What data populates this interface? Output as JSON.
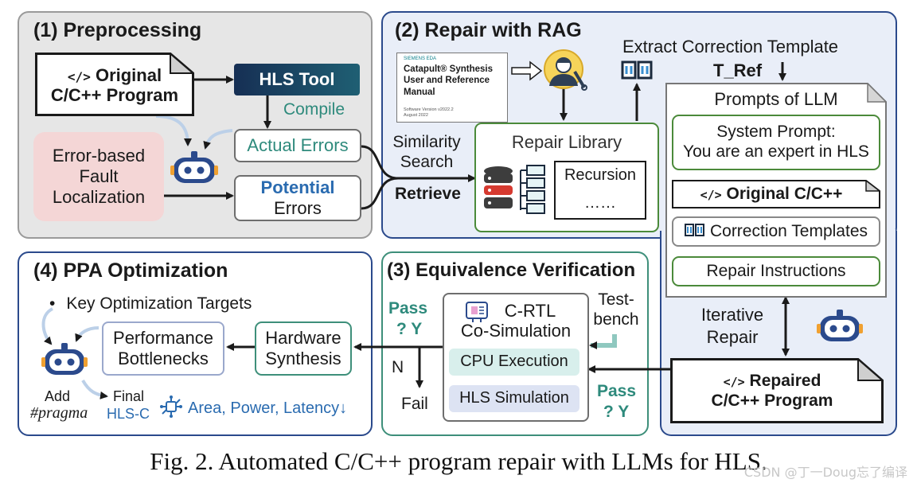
{
  "caption": "Fig. 2.  Automated C/C++ program repair with LLMs for HLS.",
  "watermark": "CSDN @丁一Doug忘了编译",
  "colors": {
    "preprocessing_bg": "#e6e6e6",
    "rag_bg": "#e9eef8",
    "panel_blue": "#2b4a8c",
    "teal": "#2e8a7c",
    "green": "#4b8a3a",
    "hls_tool": "#173a5c"
  },
  "preprocessing": {
    "title": "(1) Preprocessing",
    "code_tag": "</>",
    "original_program": [
      "Original",
      "C/C++ Program"
    ],
    "hls_tool": "HLS Tool",
    "compile": "Compile",
    "error_localization": [
      "Error-based",
      "Fault",
      "Localization"
    ],
    "actual_errors": "Actual Errors",
    "potential_errors": [
      "Potential",
      "Errors"
    ]
  },
  "rag": {
    "title": "(2) Repair with RAG",
    "manual": {
      "brand": "SIEMENS EDA",
      "line1": "Catapult® Synthesis",
      "line2": "User and Reference",
      "line3": "Manual",
      "small1": "Software Version v2022.2",
      "small2": "August 2022"
    },
    "extract": "Extract Correction Template",
    "t_ref": "T_Ref",
    "similarity": [
      "Similarity",
      "Search"
    ],
    "retrieve": "Retrieve",
    "repair_library": "Repair Library",
    "recursion": "Recursion",
    "dots": "……",
    "prompts_title": "Prompts of LLM",
    "system_prompt": [
      "System Prompt:",
      "You are an expert in HLS"
    ],
    "original_cc": "Original C/C++",
    "correction_templates": "Correction Templates",
    "repair_instructions": "Repair Instructions",
    "iterative_repair": [
      "Iterative",
      "Repair"
    ],
    "repaired_program": [
      "Repaired",
      "C/C++ Program"
    ]
  },
  "verification": {
    "title_num": "(3)",
    "title": "Equivalence Verification",
    "pass_left": "Pass",
    "y_left": "? Y",
    "n": "N",
    "fail": "Fail",
    "co_sim": [
      "C-RTL",
      "Co-Simulation"
    ],
    "testbench": [
      "Test-",
      "bench"
    ],
    "cpu": "CPU Execution",
    "hls_sim": "HLS Simulation",
    "pass_right": "Pass",
    "y_right": "? Y"
  },
  "ppa": {
    "title": "(4) PPA Optimization",
    "bullet": "Key Optimization Targets",
    "performance": [
      "Performance",
      "Bottlenecks"
    ],
    "hardware": [
      "Hardware",
      "Synthesis"
    ],
    "add": "Add",
    "pragma": "#pragma",
    "final": "Final",
    "hls_c": "HLS-C",
    "metrics": "Area, Power, Latency↓"
  }
}
